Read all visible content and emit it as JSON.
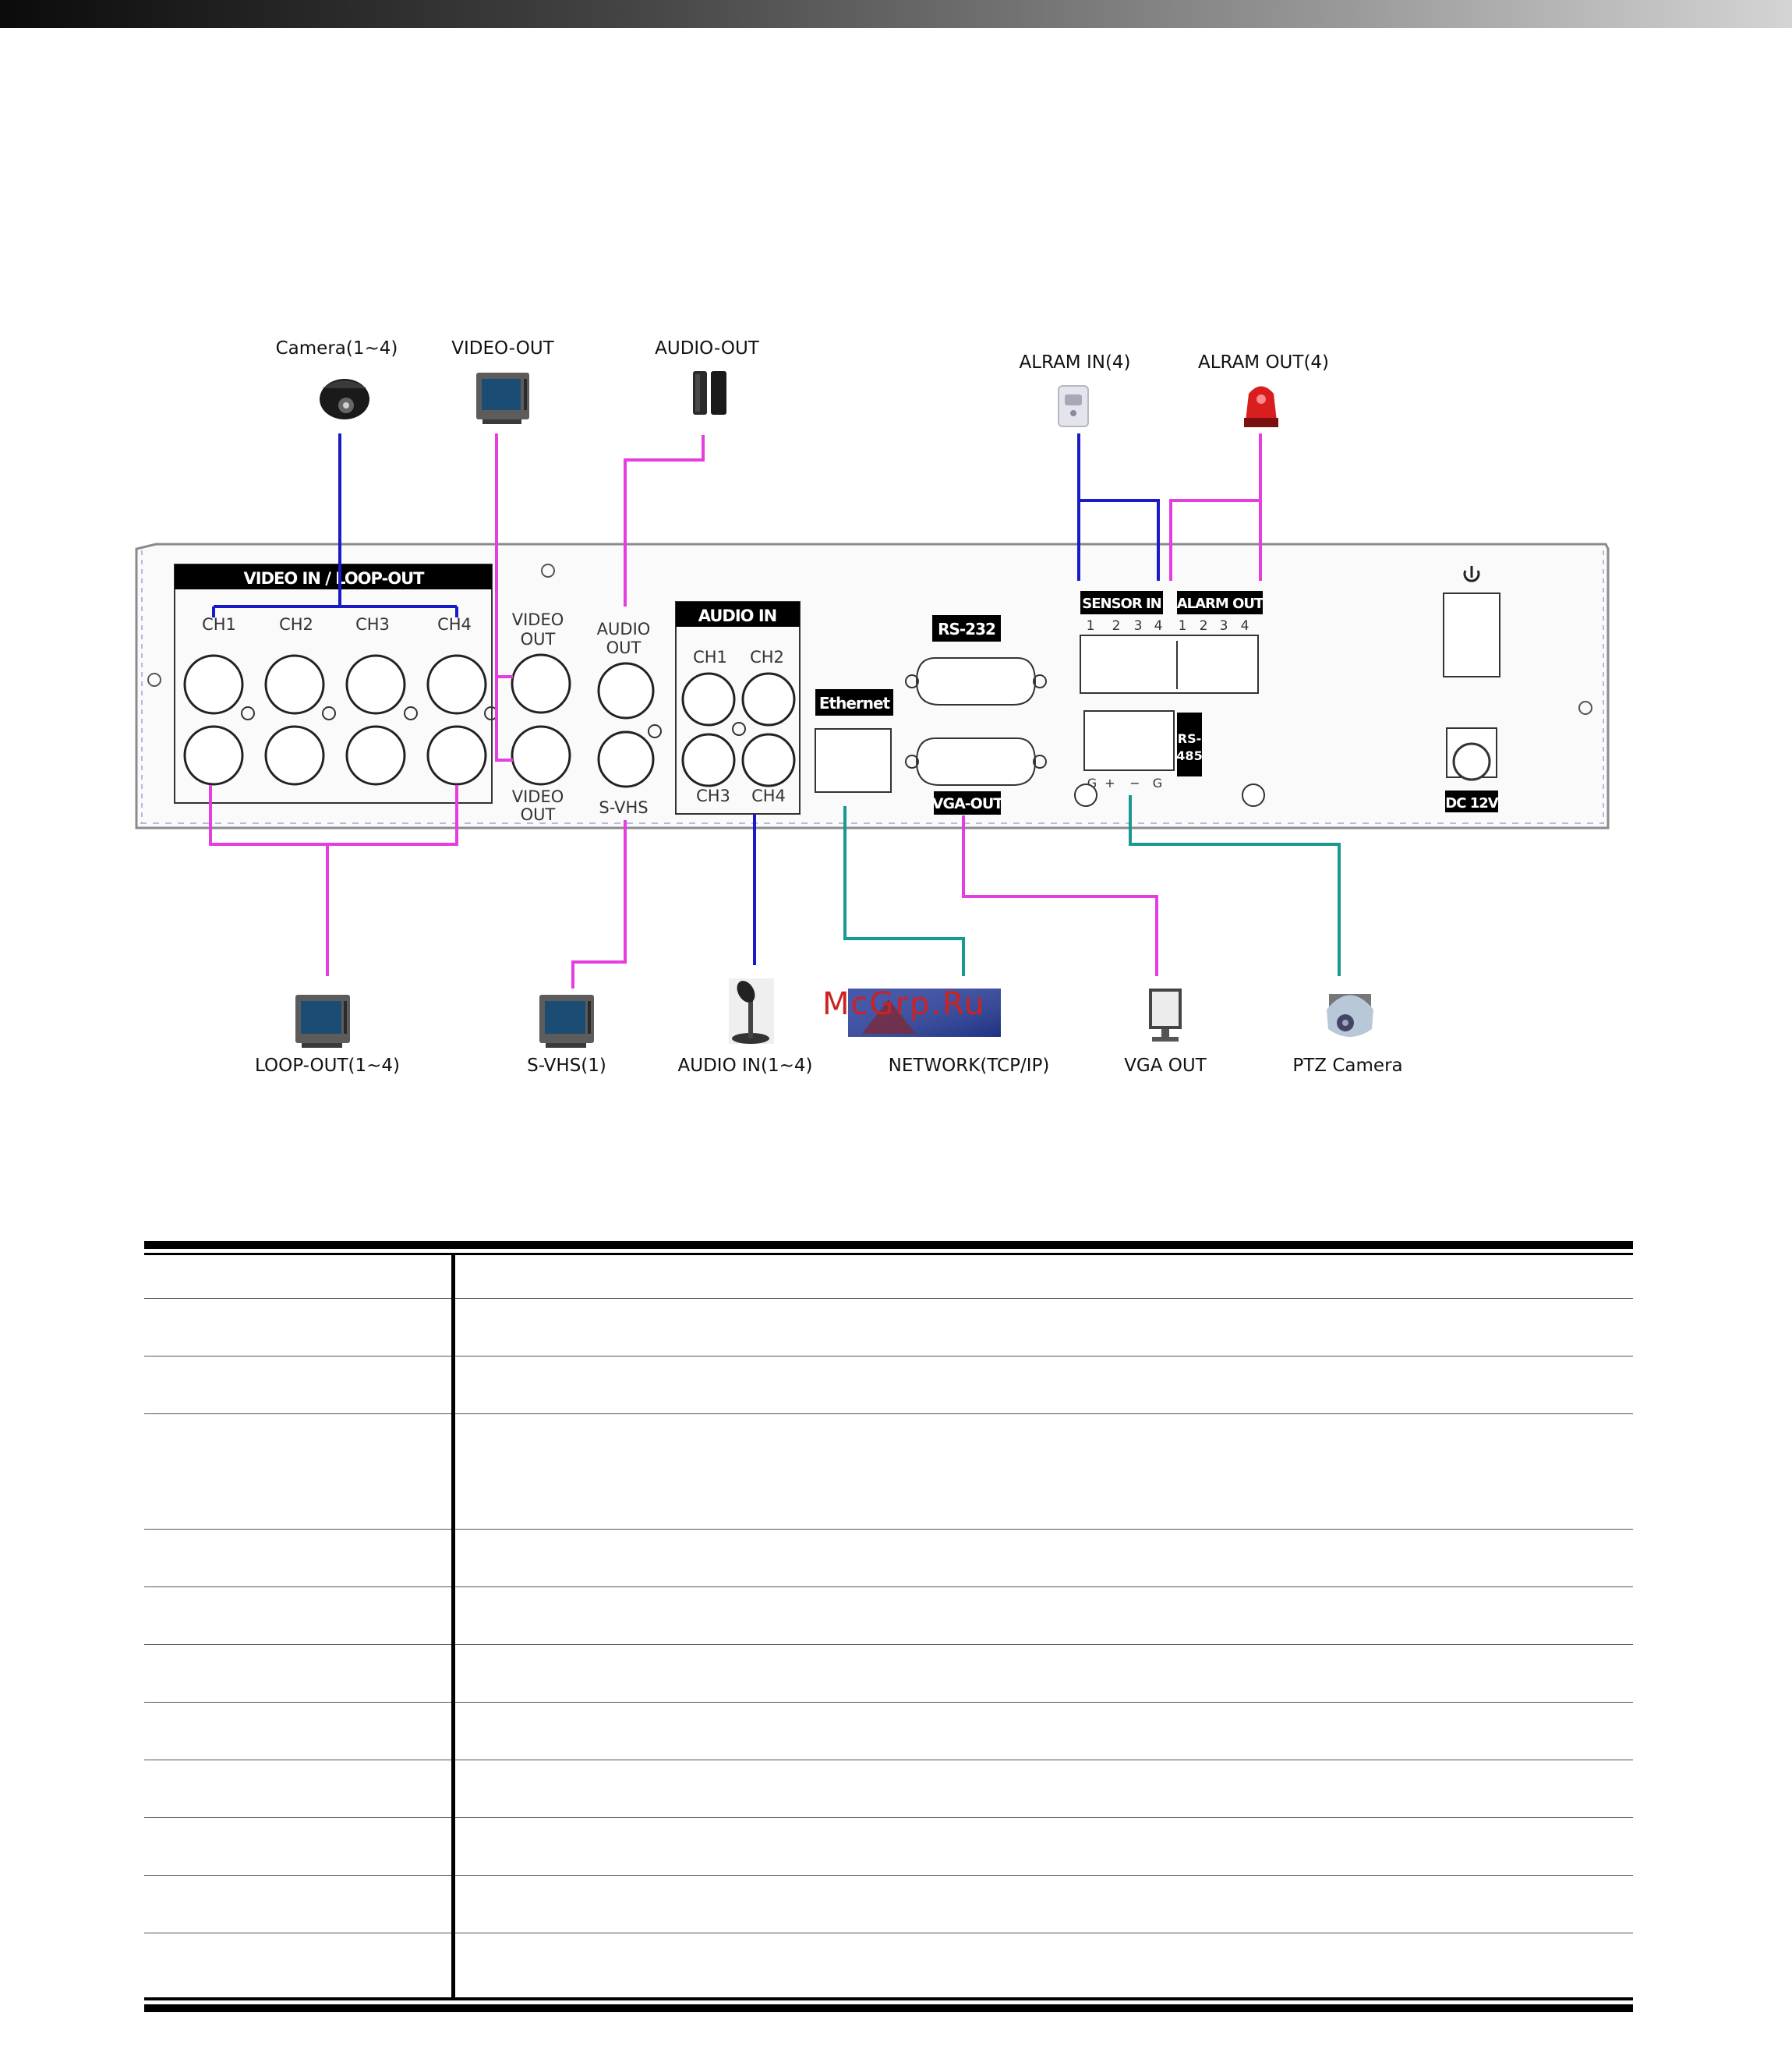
{
  "diagram": {
    "devices_top": {
      "camera": "Camera(1~4)",
      "video_out": "VIDEO-OUT",
      "audio_out": "AUDIO-OUT",
      "alarm_in": "ALRAM IN(4)",
      "alarm_out": "ALRAM OUT(4)"
    },
    "devices_bottom": {
      "loop_out": "LOOP-OUT(1~4)",
      "svhs": "S-VHS(1)",
      "audio_in": "AUDIO IN(1~4)",
      "network": "NETWORK(TCP/IP)",
      "vga_out": "VGA OUT",
      "ptz": "PTZ Camera"
    },
    "panel": {
      "video_in_header": "VIDEO IN / LOOP-OUT",
      "ch1": "CH1",
      "ch2": "CH2",
      "ch3": "CH3",
      "ch4": "CH4",
      "video_out_upper": [
        "VIDEO",
        "OUT"
      ],
      "video_out_lower": [
        "VIDEO",
        "OUT"
      ],
      "audio_out": [
        "AUDIO",
        "OUT"
      ],
      "svhs": "S-VHS",
      "audio_in_header": "AUDIO IN",
      "ethernet": "Ethernet",
      "rs232": "RS-232",
      "vga_out": "VGA-OUT",
      "sensor_in": "SENSOR IN",
      "alarm_out": "ALARM OUT",
      "numbers": [
        "1",
        "2",
        "3",
        "4"
      ],
      "rs485": [
        "RS-",
        "485"
      ],
      "rs485_pins": [
        "G",
        "+",
        "−",
        "G"
      ],
      "dc": "DC 12V"
    },
    "colors": {
      "magenta": "#e53ee0",
      "blue": "#1a1ac8",
      "teal": "#189a92"
    }
  },
  "watermark": "McGrp.Ru",
  "table": {
    "row_count": 12
  }
}
